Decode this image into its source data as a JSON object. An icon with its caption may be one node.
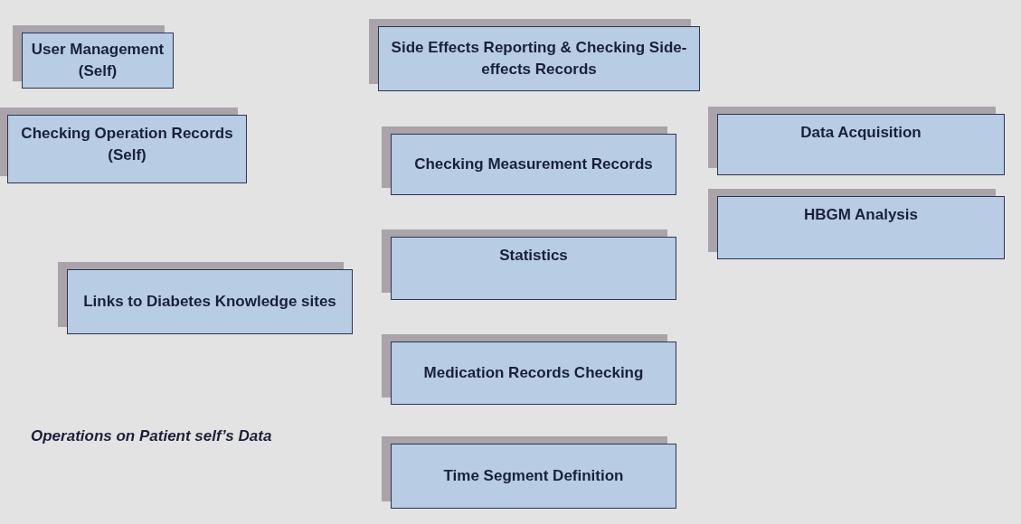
{
  "diagram": {
    "nodes": [
      {
        "text": [
          "User Management (Self)"
        ]
      },
      {
        "text": [
          "Side Effects Reporting & Checking Side-effects Records"
        ]
      },
      {
        "text": [
          "Checking Operation Records (Self)"
        ]
      },
      {
        "text": [
          "Checking Measurement Records"
        ]
      },
      {
        "text": [
          "Data Acquisition"
        ]
      },
      {
        "text": [
          "HBGM Analysis"
        ]
      },
      {
        "text": [
          "Statistics"
        ]
      },
      {
        "text": [
          "Links to Diabetes Knowledge sites"
        ]
      },
      {
        "text": [
          "Medication Records Checking"
        ]
      },
      {
        "text": [
          "Time Segment Definition"
        ]
      }
    ],
    "labels": [
      "Operations on Patient self’s Data"
    ]
  }
}
